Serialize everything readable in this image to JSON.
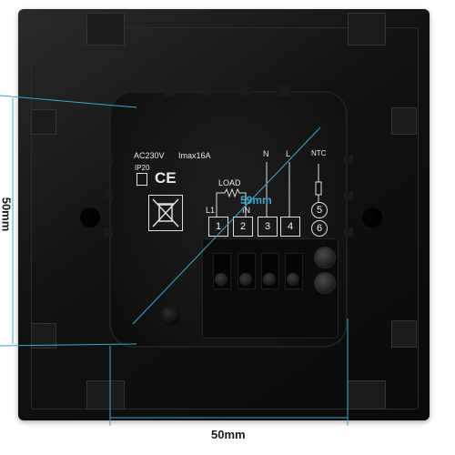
{
  "product": {
    "rating_voltage": "AC230V",
    "rating_current": "Imax16A",
    "ip_rating": "IP20",
    "ce_mark": "CE"
  },
  "wiring": {
    "load_label": "LOAD",
    "in_label": "IN",
    "l1_label": "L1",
    "n_label": "N",
    "l_label": "L",
    "ntc_label": "NTC",
    "terminals": [
      "1",
      "2",
      "3",
      "4"
    ],
    "ntc_terminals": [
      "5",
      "6"
    ]
  },
  "dimensions": {
    "height": "50mm",
    "width": "50mm",
    "diagonal": "59mm"
  },
  "colors": {
    "dimension_line": "#3aa6d4",
    "plate": "#111111",
    "print": "#e8e8e8"
  }
}
